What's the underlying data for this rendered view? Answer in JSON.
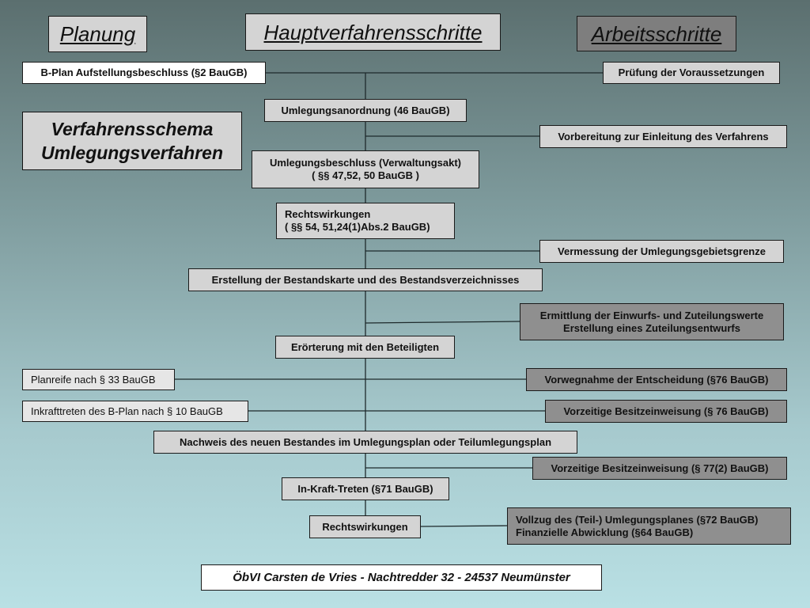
{
  "headers": {
    "planung": "Planung",
    "haupt": "Hauptverfahrensschritte",
    "arbeit": "Arbeitsschritte"
  },
  "title": "Verfahrensschema\nUmlegungsverfahren",
  "left_column": [
    "B-Plan Aufstellungsbeschluss (§2 BauGB)",
    "Planreife nach § 33 BauGB",
    "Inkrafttreten des B-Plan nach § 10 BauGB"
  ],
  "main_steps": [
    "Umlegungsanordnung (46 BauGB)",
    "Umlegungsbeschluss (Verwaltungsakt)\n( §§ 47,52, 50 BauGB )",
    "Rechtswirkungen\n  ( §§ 54, 51,24(1)Abs.2 BauGB)",
    "Erstellung der Bestandskarte und des Bestandsverzeichnisses",
    "Erörterung mit den Beteiligten",
    "Nachweis des neuen Bestandes im Umlegungsplan oder Teilumlegungsplan",
    "In-Kraft-Treten (§71 BauGB)",
    "Rechtswirkungen"
  ],
  "work_steps": [
    "Prüfung der Voraussetzungen",
    "Vorbereitung zur Einleitung des Verfahrens",
    "Vermessung der Umlegungsgebietsgrenze",
    "Ermittlung der Einwurfs- und  Zuteilungswerte\nErstellung eines Zuteilungsentwurfs",
    "Vorwegnahme der Entscheidung (§76 BauGB)",
    "Vorzeitige Besitzeinweisung (§ 76 BauGB)",
    "Vorzeitige Besitzeinweisung (§ 77(2) BauGB)",
    "Vollzug des (Teil-) Umlegungsplanes (§72 BauGB)\nFinanzielle Abwicklung (§64 BauGB)"
  ],
  "footer": "ÖbVI Carsten de Vries - Nachtredder 32 - 24537 Neumünster"
}
